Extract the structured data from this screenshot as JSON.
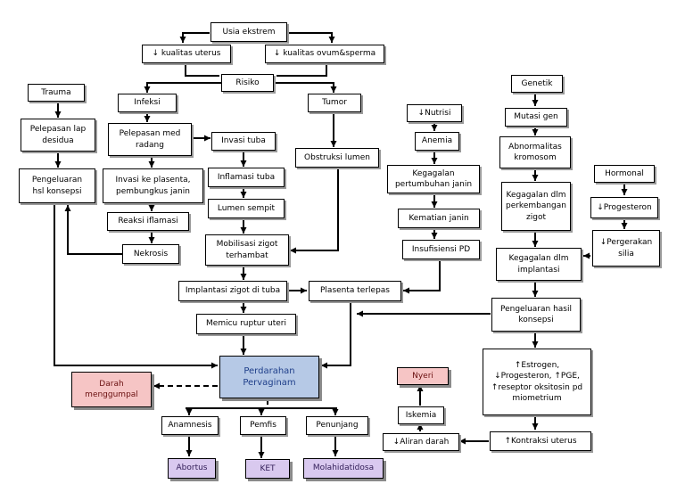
{
  "nodes": {
    "usia_ekstrem": "Usia ekstrem",
    "kualitas_uterus": "↓ kualitas uterus",
    "kualitas_ovum": "↓ kualitas ovum&sperma",
    "risiko": "Risiko",
    "trauma": "Trauma",
    "infeksi": "Infeksi",
    "tumor": "Tumor",
    "nutrisi": "↓Nutrisi",
    "genetik": "Genetik",
    "pelepasan_desidua": "Pelepasan lap\ndesidua",
    "pelepasan_radang": "Pelepasan med\nradang",
    "invasi_tuba": "Invasi tuba",
    "obstruksi_lumen": "Obstruksi lumen",
    "anemia": "Anemia",
    "mutasi_gen": "Mutasi gen",
    "abnormalitas": "Abnormalitas\nkromosom",
    "hormonal": "Hormonal",
    "pengeluaran_hsl": "Pengeluaran\nhsl konsepsi",
    "invasi_plasenta": "Invasi ke plasenta,\npembungkus janin",
    "inflamasi_tuba": "Inflamasi tuba",
    "kegagalan_pertumbuhan": "Kegagalan\npertumbuhan janin",
    "kegagalan_perkembangan": "Kegagalan dlm\nperkembangan\nzigot",
    "progesteron": "↓Progesteron",
    "reaksi_inflamasi": "Reaksi iflamasi",
    "lumen_sempit": "Lumen sempit",
    "kematian_janin": "Kematian janin",
    "mobilisasi": "Mobilisasi zigot\nterhambat",
    "nekrosis": "Nekrosis",
    "insufisiensi": "Insufisiensi PD",
    "kegagalan_implantasi": "Kegagalan dlm\nimplantasi",
    "pergerakan_silia": "↓Pergerakan\nsilia",
    "implantasi_tuba": "Implantasi zigot di  tuba",
    "plasenta_terlepas": "Plasenta terlepas",
    "pengeluaran_hasil": "Pengeluaran hasil\nkonsepsi",
    "memicu_ruptur": "Memicu ruptur uteri",
    "perdarahan": "Perdarahan\nPervaginam",
    "darah_menggumpal": "Darah\nmenggumpal",
    "estrogen": "↑Estrogen,\n↓Progesteron, ↑PGE,\n↑reseptor oksitosin pd\nmiometrium",
    "nyeri": "Nyeri",
    "iskemia": "Iskemia",
    "aliran_darah": "↓Aliran darah",
    "kontraksi": "↑Kontraksi uterus",
    "anamnesis": "Anamnesis",
    "pemfis": "Pemfis",
    "penunjang": "Penunjang",
    "abortus": "Abortus",
    "ket": "KET",
    "molahidatidosa": "Molahidatidosa"
  }
}
